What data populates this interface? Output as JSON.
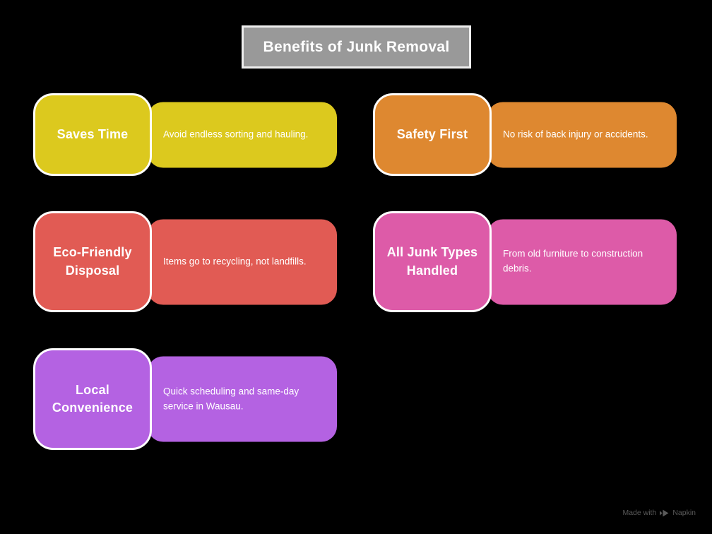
{
  "background_color": "#000000",
  "title": {
    "text": "Benefits of Junk Removal",
    "bg_color": "#999999",
    "border_color": "#eeeeee",
    "text_color": "#ffffff"
  },
  "card_border_color": "#ffffff",
  "cards": [
    {
      "title": "Saves Time",
      "description": "Avoid endless sorting and hauling.",
      "color": "#dcc91e"
    },
    {
      "title": "Safety First",
      "description": "No risk of back injury or accidents.",
      "color": "#de8830"
    },
    {
      "title": "Eco-Friendly Disposal",
      "description": "Items go to recycling, not landfills.",
      "color": "#e15b54"
    },
    {
      "title": "All Junk Types Handled",
      "description": "From old furniture to construction debris.",
      "color": "#dd5ba8"
    },
    {
      "title": "Local Convenience",
      "description": "Quick scheduling and same-day service in Wausau.",
      "color": "#b462e2"
    }
  ],
  "watermark": {
    "prefix": "Made with",
    "brand": "Napkin",
    "color": "#5a5a5a"
  }
}
